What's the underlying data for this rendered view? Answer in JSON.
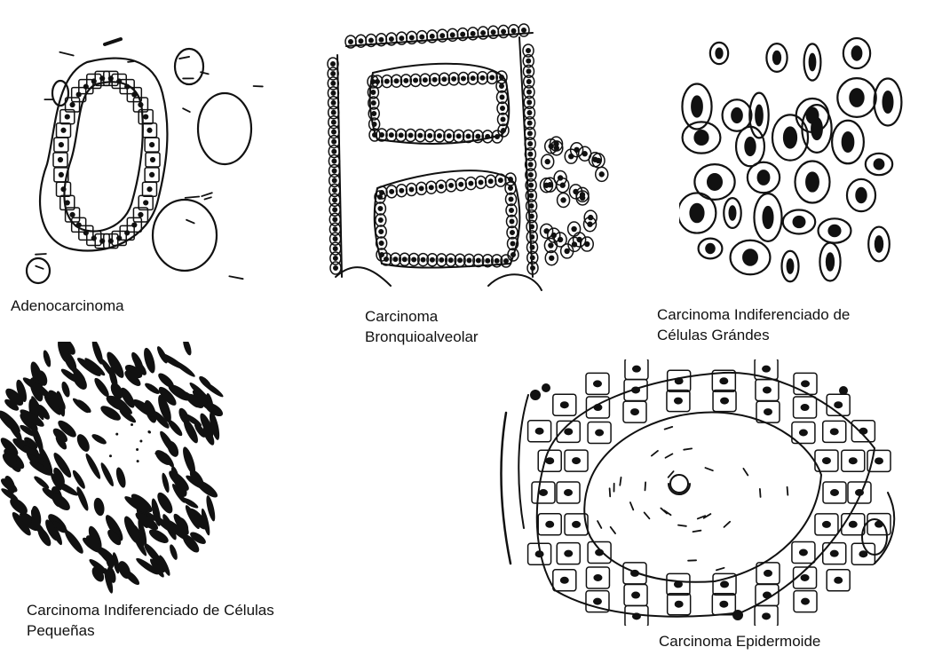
{
  "captions": {
    "adeno": {
      "lines": [
        "Adenocarcinoma"
      ]
    },
    "bronquio": {
      "lines": [
        "Carcinoma",
        "Bronquioalveolar"
      ]
    },
    "grandes": {
      "lines": [
        "Carcinoma Indiferenciado de",
        "Células Grándes"
      ]
    },
    "pequenas": {
      "lines": [
        "Carcinoma Indiferenciado de Células",
        "Pequeñas"
      ]
    },
    "epidermoide": {
      "lines": [
        "Carcinoma Epidermoide"
      ]
    }
  },
  "colors": {
    "ink": "#111111",
    "paper": "#ffffff"
  }
}
